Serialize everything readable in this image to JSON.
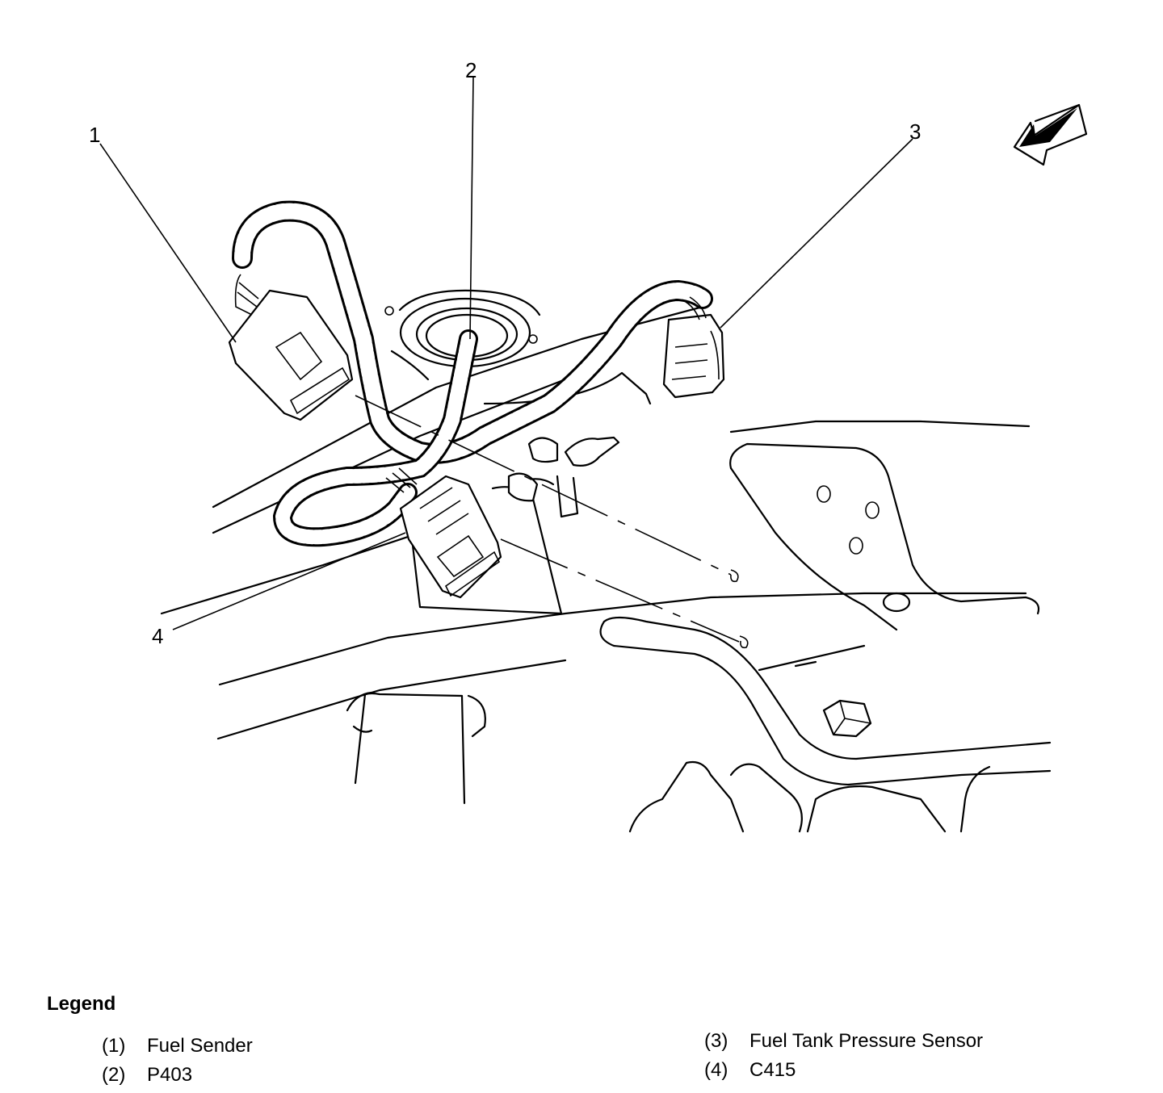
{
  "callouts": [
    {
      "number": "1",
      "label": "Fuel Sender"
    },
    {
      "number": "2",
      "label": "P403"
    },
    {
      "number": "3",
      "label": "Fuel Tank Pressure Sensor"
    },
    {
      "number": "4",
      "label": "C415"
    }
  ],
  "legend": {
    "title": "Legend",
    "items": [
      {
        "num": "(1)",
        "label": "Fuel Sender"
      },
      {
        "num": "(2)",
        "label": "P403"
      },
      {
        "num": "(3)",
        "label": "Fuel Tank Pressure Sensor"
      },
      {
        "num": "(4)",
        "label": "C415"
      }
    ]
  }
}
